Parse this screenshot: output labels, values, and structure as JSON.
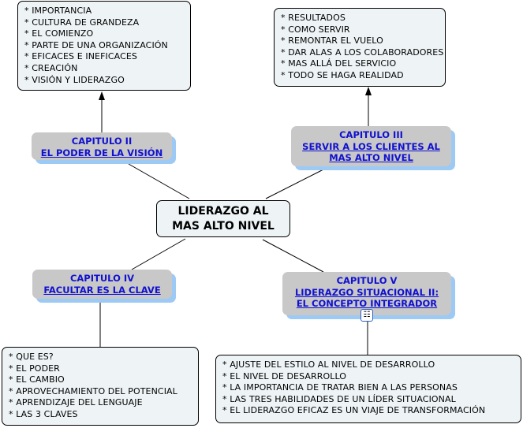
{
  "center": {
    "line1": "LIDERAZGO AL",
    "line2": "MAS ALTO NIVEL"
  },
  "chapters": [
    {
      "title": "CAPITULO II",
      "links": [
        "EL PODER DE LA VISIÓN"
      ]
    },
    {
      "title": "CAPITULO III",
      "links": [
        "SERVIR A LOS CLIENTES AL",
        "MAS ALTO NIVEL"
      ]
    },
    {
      "title": "CAPITULO IV",
      "links": [
        "FACULTAR ES LA CLAVE"
      ]
    },
    {
      "title": "CAPITULO V",
      "links": [
        "LIDERAZGO SITUACIONAL II:",
        "EL CONCEPTO INTEGRADOR"
      ]
    }
  ],
  "notes": [
    {
      "items": [
        "* IMPORTANCIA",
        "* CULTURA DE GRANDEZA",
        "* EL COMIENZO",
        "* PARTE DE UNA ORGANIZACIÓN",
        "* EFICACES E INEFICACES",
        "* CREACIÓN",
        "* VISIÓN Y LIDERAZGO"
      ]
    },
    {
      "items": [
        "* RESULTADOS",
        "* COMO SERVIR",
        "* REMONTAR EL VUELO",
        "* DAR ALAS A LOS COLABORADORES",
        "* MAS ALLÁ DEL SERVICIO",
        "* TODO SE HAGA REALIDAD"
      ]
    },
    {
      "items": [
        "* QUE ES?",
        "* EL PODER",
        "* EL CAMBIO",
        "* APROVECHAMIENTO DEL POTENCIAL",
        "* APRENDIZAJE DEL LENGUAJE",
        "* LAS 3 CLAVES"
      ]
    },
    {
      "items": [
        "* AJUSTE DEL ESTILO AL NIVEL DE DESARROLLO",
        "* EL NIVEL DE DESARROLLO",
        "* LA IMPORTANCIA DE TRATAR BIEN A LAS PERSONAS",
        "* LAS TRES HABILIDADES DE UN LÍDER SITUACIONAL",
        "* EL LIDERAZGO EFICAZ ES UN VIAJE DE TRANSFORMACIÓN"
      ]
    }
  ],
  "icons": {
    "submap": "concept-map-icon"
  }
}
